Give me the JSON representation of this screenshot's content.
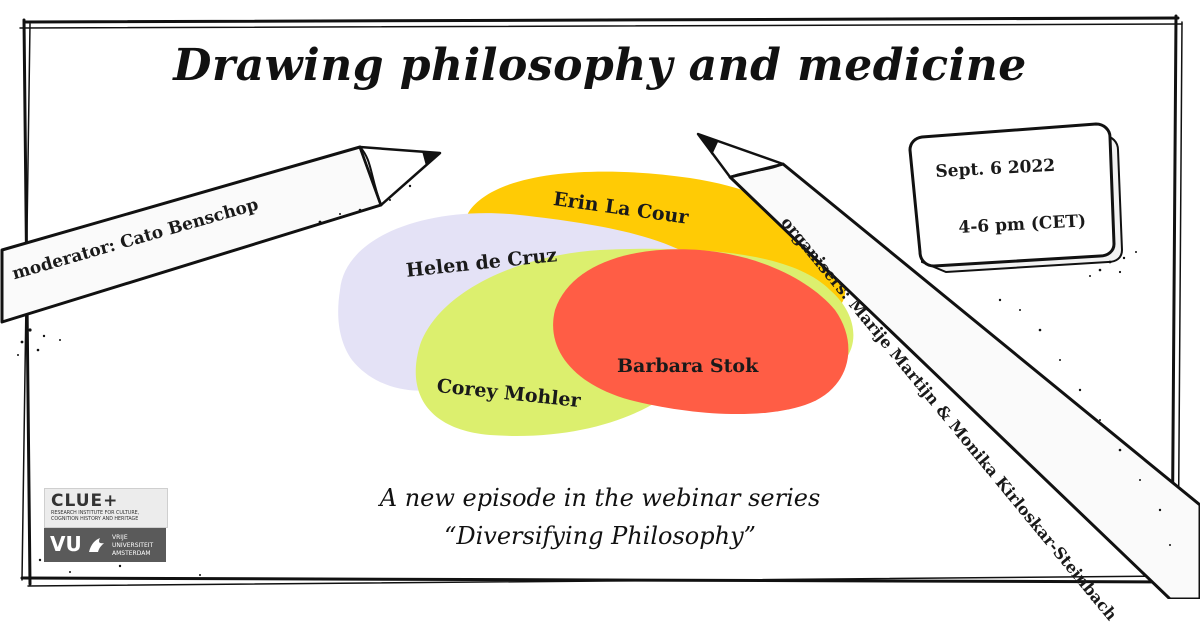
{
  "title": "Drawing philosophy and medicine",
  "speakers": {
    "erin": "Erin La Cour",
    "helen": "Helen de Cruz",
    "barbara": "Barbara Stok",
    "corey": "Corey Mohler"
  },
  "moderator": "moderator: Cato Benschop",
  "organisers": "organisers: Marije Martijn & Monika Kirloskar-Steinbach",
  "date": "Sept. 6 2022",
  "time": "4-6 pm (CET)",
  "subtitle_line1": "A new episode in the webinar series",
  "subtitle_line2": "“Diversifying Philosophy”",
  "logos": {
    "clue_name": "CLUE+",
    "clue_subtitle": "RESEARCH INSTITUTE FOR CULTURE, COGNITION HISTORY AND HERITAGE",
    "vu_name": "VU",
    "vu_subtitle": "VRIJE UNIVERSITEIT AMSTERDAM"
  },
  "colors": {
    "yellow_blob": "#ffcb05",
    "lavender_blob": "#e4e2f6",
    "lime_blob": "#dcef6e",
    "red_blob": "#ff5d45",
    "ink": "#111111"
  }
}
